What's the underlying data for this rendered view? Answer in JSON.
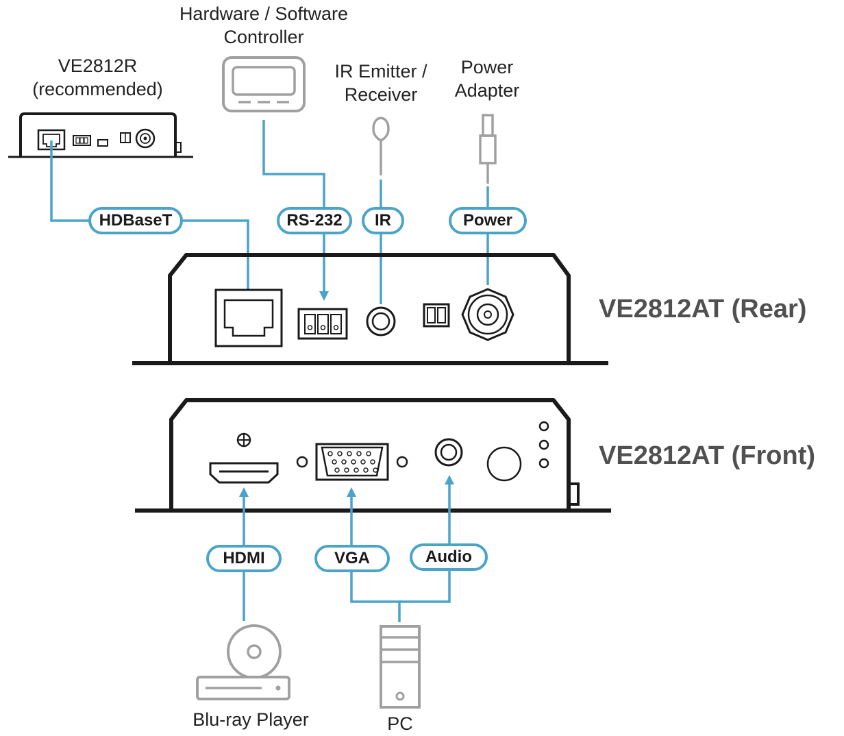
{
  "devices": {
    "receiver": "VE2812R",
    "receiver_note": "(recommended)",
    "controller_line1": "Hardware / Software",
    "controller_line2": "Controller",
    "ir_line1": "IR Emitter /",
    "ir_line2": "Receiver",
    "power_line1": "Power",
    "power_line2": "Adapter",
    "bluray": "Blu-ray Player",
    "pc": "PC"
  },
  "units": {
    "rear": "VE2812AT (Rear)",
    "front": "VE2812AT (Front)"
  },
  "connections": {
    "hdbaset": "HDBaseT",
    "rs232": "RS-232",
    "ir": "IR",
    "power": "Power",
    "hdmi": "HDMI",
    "vga": "VGA",
    "audio": "Audio"
  },
  "colors": {
    "cable": "#4aa3c8",
    "outline": "#1a1a1a",
    "peripheral": "#a0a0a0"
  }
}
